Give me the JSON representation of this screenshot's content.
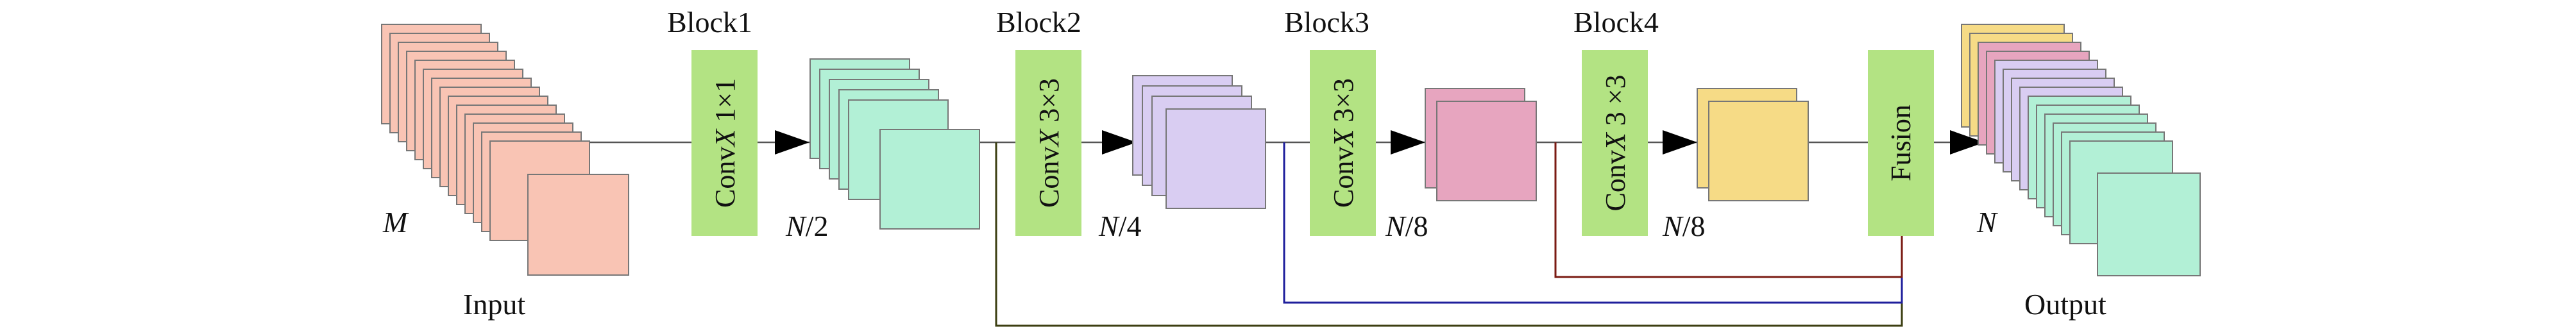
{
  "diagram": {
    "input": {
      "label": "Input",
      "symbol": "M"
    },
    "blocks": [
      {
        "title": "Block1",
        "op_italic": "Conv",
        "op_x": "X",
        "op_kernel": " 1×1",
        "out_prefix": "N",
        "out_suffix": "/2"
      },
      {
        "title": "Block2",
        "op_italic": "Conv",
        "op_x": "X",
        "op_kernel": " 3×3",
        "out_prefix": "N",
        "out_suffix": "/4"
      },
      {
        "title": "Block3",
        "op_italic": "Conv",
        "op_x": "X",
        "op_kernel": " 3×3",
        "out_prefix": "N",
        "out_suffix": "/8"
      },
      {
        "title": "Block4",
        "op_italic": "Conv",
        "op_x": "X",
        "op_kernel": " 3 ×3",
        "out_prefix": "N",
        "out_suffix": "/8"
      }
    ],
    "fusion": {
      "label": "Fusion"
    },
    "output": {
      "label": "Output",
      "symbol": "N"
    }
  },
  "colors": {
    "input_fill": "#f9c4b4",
    "block_fill": "#b3e383",
    "feat1_fill": "#b2f0d6",
    "feat2_fill": "#d9cdf2",
    "feat3_fill": "#e7a5bf",
    "feat4_fill": "#f6db86",
    "skip_block1": "#3c3f12",
    "skip_block2": "#1f1f9c",
    "skip_block3": "#7a1a12"
  }
}
